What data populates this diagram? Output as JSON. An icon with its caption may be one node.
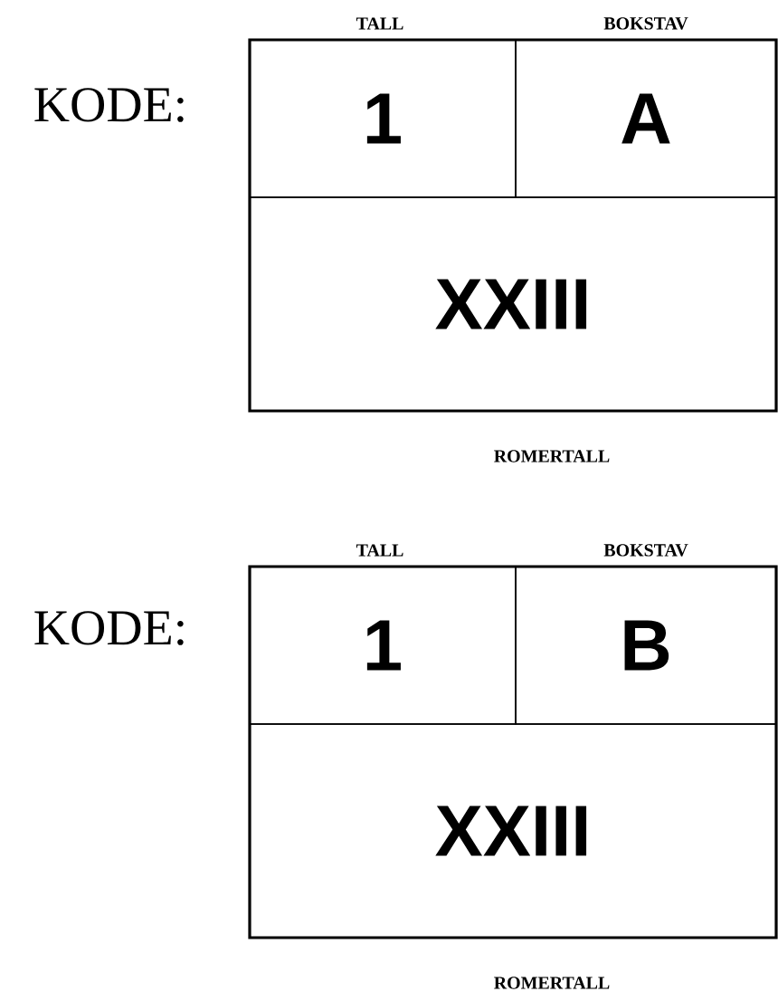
{
  "diagram": {
    "nodes": [
      {
        "text": [],
        "shape": "box"
      },
      {
        "text": [
          "TALL",
          "1"
        ],
        "in": 0
      },
      {
        "text": [
          "BOKSTAV",
          "A"
        ],
        "in": 0
      },
      {
        "text": [
          "XXIII",
          "ROMERTALL"
        ],
        "in": 0
      },
      {
        "text": [],
        "shape": "box"
      },
      {
        "text": [
          "TALL",
          "1"
        ],
        "in": 4
      },
      {
        "text": [
          "BOKSTAV",
          "B"
        ],
        "in": 4
      },
      {
        "text": [
          "XXIII",
          "ROMERTALL"
        ],
        "in": 4
      }
    ],
    "labels": [
      "KODE:",
      "KODE:"
    ]
  }
}
